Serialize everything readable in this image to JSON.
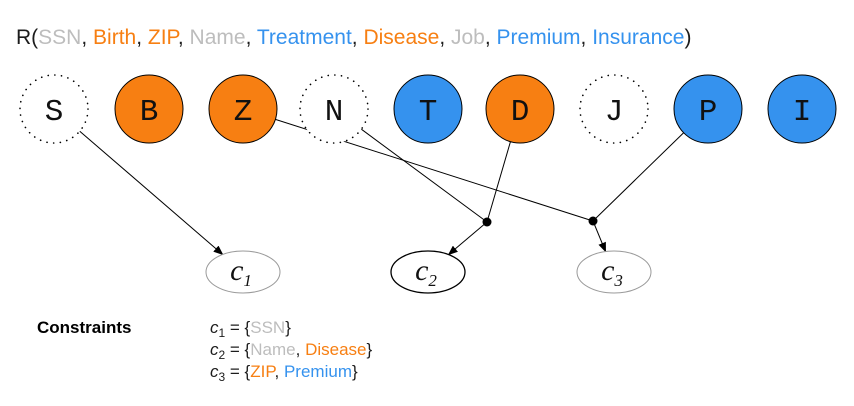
{
  "colors": {
    "quasi": "#f77f12",
    "sensitive": "#3592ee",
    "identifier": "#bdbdbd",
    "text": "#1c1c1c",
    "label": "#1a1a4e"
  },
  "relation": {
    "prefix": "R(",
    "suffix": ")",
    "sep": ", ",
    "attributes": [
      {
        "name": "SSN",
        "kind": "identifier"
      },
      {
        "name": "Birth",
        "kind": "quasi"
      },
      {
        "name": "ZIP",
        "kind": "quasi"
      },
      {
        "name": "Name",
        "kind": "identifier"
      },
      {
        "name": "Treatment",
        "kind": "sensitive"
      },
      {
        "name": "Disease",
        "kind": "quasi"
      },
      {
        "name": "Job",
        "kind": "identifier"
      },
      {
        "name": "Premium",
        "kind": "sensitive"
      },
      {
        "name": "Insurance",
        "kind": "sensitive"
      }
    ]
  },
  "nodes": [
    {
      "letter": "S",
      "kind": "identifier"
    },
    {
      "letter": "B",
      "kind": "quasi"
    },
    {
      "letter": "Z",
      "kind": "quasi"
    },
    {
      "letter": "N",
      "kind": "identifier"
    },
    {
      "letter": "T",
      "kind": "sensitive"
    },
    {
      "letter": "D",
      "kind": "quasi"
    },
    {
      "letter": "J",
      "kind": "identifier"
    },
    {
      "letter": "P",
      "kind": "sensitive"
    },
    {
      "letter": "I",
      "kind": "sensitive"
    }
  ],
  "constraint_nodes": [
    {
      "base": "c",
      "sub": "1",
      "highlight": false
    },
    {
      "base": "c",
      "sub": "2",
      "highlight": true
    },
    {
      "base": "c",
      "sub": "3",
      "highlight": false
    }
  ],
  "edges": [
    {
      "from": "S",
      "to": "c1"
    },
    {
      "from": "N",
      "via": "j2",
      "to": "c2"
    },
    {
      "from": "D",
      "via": "j2",
      "to": "c2"
    },
    {
      "from": "Z",
      "via": "j3",
      "to": "c3"
    },
    {
      "from": "P",
      "via": "j3",
      "to": "c3"
    }
  ],
  "constraints": {
    "heading": "Constraints",
    "items": [
      {
        "base": "c",
        "sub": "1",
        "eq": " = {",
        "close": "}",
        "attrs": [
          {
            "name": "SSN",
            "kind": "identifier"
          }
        ]
      },
      {
        "base": "c",
        "sub": "2",
        "eq": " = {",
        "close": "}",
        "attrs": [
          {
            "name": "Name",
            "kind": "identifier"
          },
          {
            "name": "Disease",
            "kind": "quasi"
          }
        ]
      },
      {
        "base": "c",
        "sub": "3",
        "eq": " = {",
        "close": "}",
        "attrs": [
          {
            "name": "ZIP",
            "kind": "quasi"
          },
          {
            "name": "Premium",
            "kind": "sensitive"
          }
        ]
      }
    ]
  }
}
